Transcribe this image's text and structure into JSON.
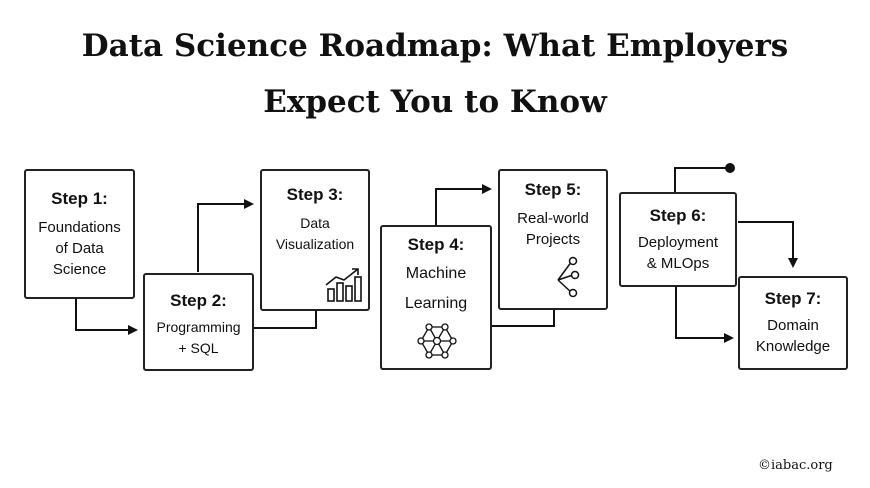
{
  "title": {
    "line1": "Data Science Roadmap: What Employers",
    "line2": "Expect You to Know"
  },
  "steps": [
    {
      "step": "Step 1:",
      "desc": [
        "Foundations",
        "of Data",
        "Science"
      ]
    },
    {
      "step": "Step 2:",
      "desc": [
        "Programming",
        "+ SQL"
      ]
    },
    {
      "step": "Step 3:",
      "desc": [
        "Data",
        "Visualization"
      ],
      "icon": "bar-chart-trend-icon"
    },
    {
      "step": "Step 4:",
      "desc": [
        "Machine",
        "Learning"
      ],
      "icon": "neural-network-icon"
    },
    {
      "step": "Step 5:",
      "desc": [
        "Real-world",
        "Projects"
      ],
      "icon": "branch-nodes-icon"
    },
    {
      "step": "Step 6:",
      "desc": [
        "Deployment",
        "& MLOps"
      ]
    },
    {
      "step": "Step 7:",
      "desc": [
        "Domain",
        "Knowledge"
      ]
    }
  ],
  "copyright": "©iabac.org"
}
